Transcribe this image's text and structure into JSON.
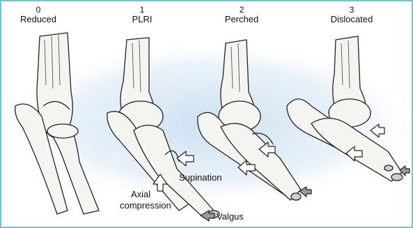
{
  "stages": [
    {
      "number": "0",
      "name": "Reduced"
    },
    {
      "number": "1",
      "name": "PLRI"
    },
    {
      "number": "2",
      "name": "Perched"
    },
    {
      "number": "3",
      "name": "Dislocated"
    }
  ],
  "annotations": {
    "supination": "Supination",
    "axial_line1": "Axial",
    "axial_line2": "compression",
    "valgus": "Valgus"
  },
  "colors": {
    "frame": "#6fc8cf",
    "glow": "#cfe3f2",
    "bone_fill": "#f4f4f1",
    "ink": "#222222"
  }
}
